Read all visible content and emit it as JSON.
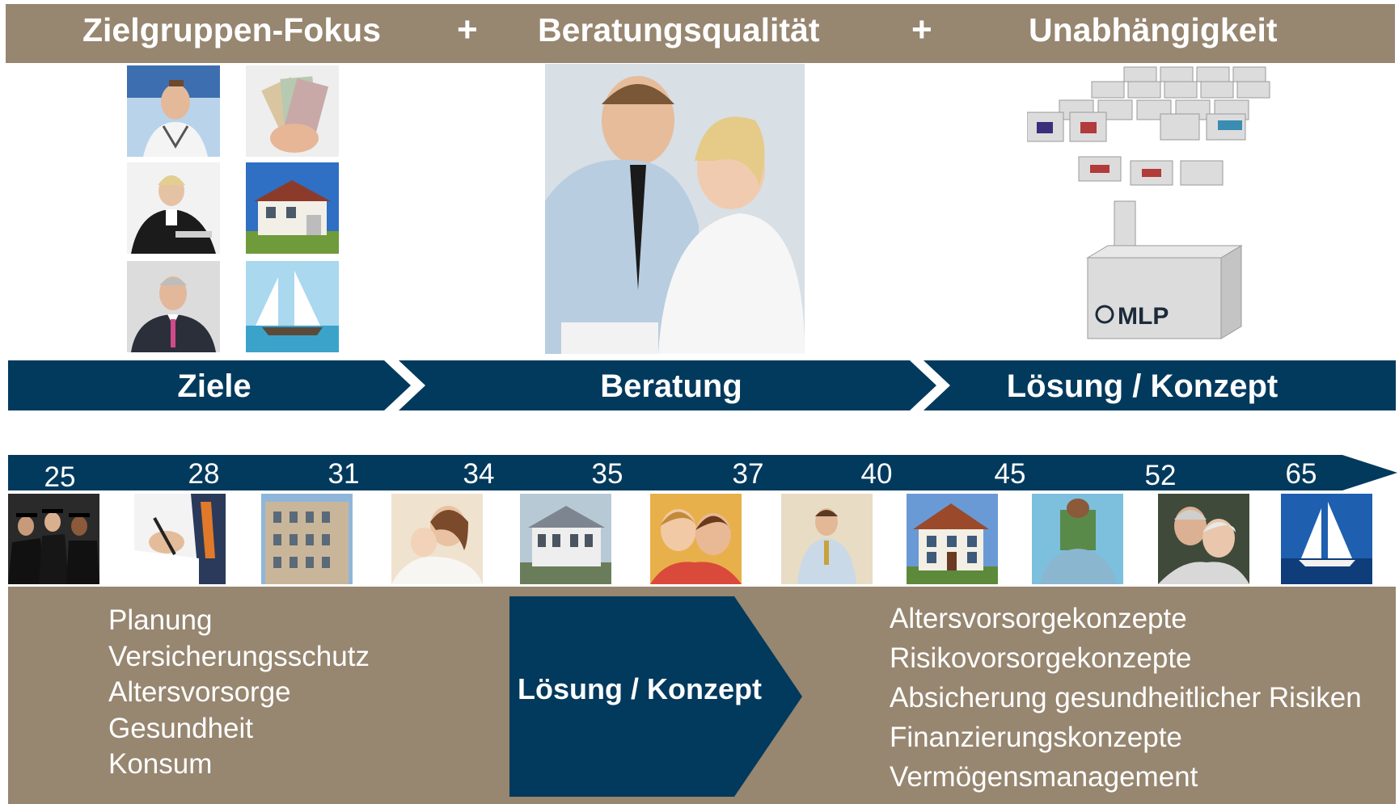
{
  "header": {
    "items": [
      "Zielgruppen-Fokus",
      "Beratungsqualität",
      "Unabhängigkeit"
    ],
    "separator": "+"
  },
  "process": {
    "steps": [
      "Ziele",
      "Beratung",
      "Lösung / Konzept"
    ],
    "color": "#023a5d"
  },
  "logo": {
    "text": "MLP"
  },
  "timeline": {
    "ages": [
      "25",
      "28",
      "31",
      "34",
      "35",
      "37",
      "40",
      "45",
      "52",
      "65"
    ]
  },
  "needs": {
    "left": [
      "Planung",
      "Versicherungsschutz",
      "Altersvorsorge",
      "Gesundheit",
      "Konsum"
    ],
    "center": "Lösung / Konzept",
    "right": [
      "Altersvorsorgekonzepte",
      "Risikovorsorgekonzepte",
      "Absicherung gesundheitlicher Risiken",
      "Finanzierungskonzepte",
      "Vermögensmanagement"
    ]
  },
  "colors": {
    "brown": "#978670",
    "navy": "#023a5d",
    "white": "#ffffff"
  }
}
